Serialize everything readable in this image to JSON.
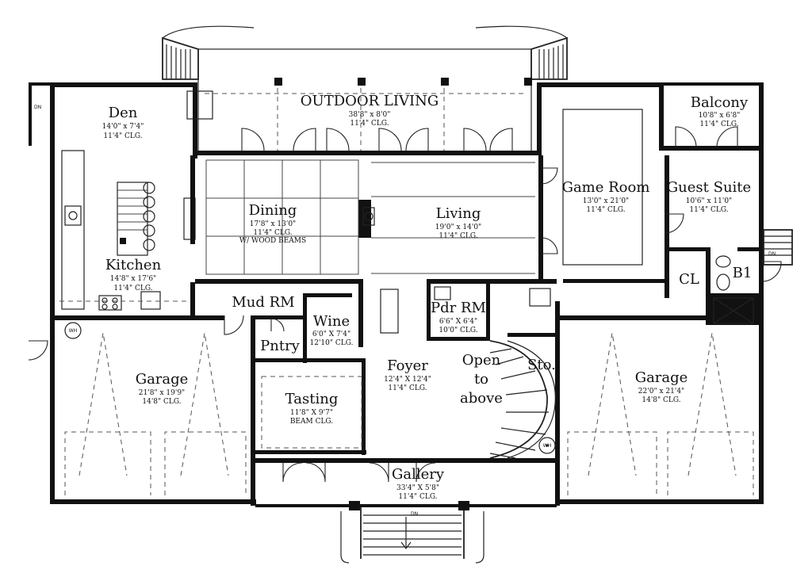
{
  "rooms": {
    "outdoor_living": {
      "name": "OUTDOOR LIVING",
      "dim": "38'8\" x 8'0\"",
      "clg": "11'4\" CLG."
    },
    "den": {
      "name": "Den",
      "dim": "14'0\" x 7'4\"",
      "clg": "11'4\" CLG."
    },
    "kitchen": {
      "name": "Kitchen",
      "dim": "14'8\" x 17'6\"",
      "clg": "11'4\" CLG."
    },
    "dining": {
      "name": "Dining",
      "dim": "17'8\" x 13'0\"",
      "clg": "11'4\" CLG.",
      "note": "W/ WOOD BEAMS"
    },
    "living": {
      "name": "Living",
      "dim": "19'0\" x 14'0\"",
      "clg": "11'4\" CLG."
    },
    "game_room": {
      "name": "Game Room",
      "dim": "13'0\" x 21'0\"",
      "clg": "11'4\" CLG."
    },
    "balcony": {
      "name": "Balcony",
      "dim": "10'8\" x 6'8\"",
      "clg": "11'4\" CLG."
    },
    "guest_suite": {
      "name": "Guest Suite",
      "dim": "10'6\" x 11'0\"",
      "clg": "11'4\" CLG."
    },
    "cl": {
      "name": "CL"
    },
    "b1": {
      "name": "B1"
    },
    "mud_rm": {
      "name": "Mud RM"
    },
    "pntry": {
      "name": "Pntry"
    },
    "wine": {
      "name": "Wine",
      "dim": "6'0\" X 7'4\"",
      "clg": "12'10\" CLG."
    },
    "pdr_rm": {
      "name": "Pdr RM",
      "dim": "6'6\" X 6'4\"",
      "clg": "10'0\" CLG."
    },
    "foyer": {
      "name": "Foyer",
      "dim": "12'4\" X 12'4\"",
      "clg": "11'4\" CLG."
    },
    "open_above": {
      "line1": "Open",
      "line2": "to",
      "line3": "above"
    },
    "sto": {
      "name": "Sto."
    },
    "garage_left": {
      "name": "Garage",
      "dim": "21'8\" x 19'9\"",
      "clg": "14'8\" CLG."
    },
    "tasting": {
      "name": "Tasting",
      "dim": "11'8\" X 9'7\"",
      "clg": "BEAM CLG."
    },
    "garage_right": {
      "name": "Garage",
      "dim": "22'0\" x 21'4\"",
      "clg": "14'8\" CLG."
    },
    "gallery": {
      "name": "Gallery",
      "dim": "33'4\" X 5'8\"",
      "clg": "11'4\" CLG."
    }
  },
  "marks": {
    "dn": "DN",
    "wh": "WH"
  }
}
